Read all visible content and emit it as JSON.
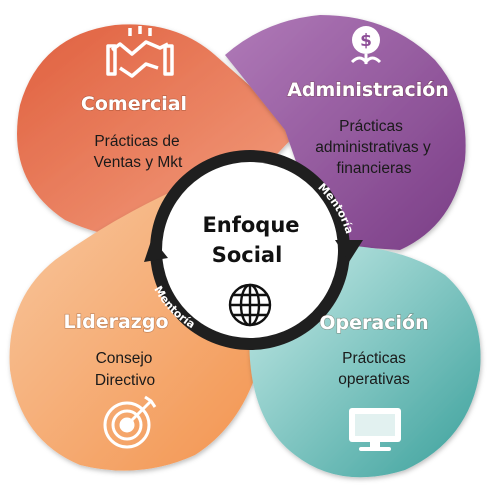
{
  "center": {
    "line1": "Enfoque",
    "line2": "Social",
    "icon": "globe-icon"
  },
  "mentoria": [
    "Mentoría",
    "Mentoría"
  ],
  "quadrants": {
    "comercial": {
      "title": "Comercial",
      "lines": [
        "Prácticas de",
        "Ventas y Mkt"
      ],
      "icon": "handshake-icon",
      "color": "#e8734f"
    },
    "administracion": {
      "title": "Administración",
      "lines": [
        "Prácticas",
        "administrativas y",
        "financieras"
      ],
      "icon": "money-plant-icon",
      "color": "#8e4f98"
    },
    "liderazgo": {
      "title": "Liderazgo",
      "lines": [
        "Consejo",
        "Directivo"
      ],
      "icon": "target-icon",
      "color": "#f5a978"
    },
    "operacion": {
      "title": "Operación",
      "lines": [
        "Prácticas",
        "operativas"
      ],
      "icon": "monitor-icon",
      "color": "#57b6b1"
    }
  }
}
